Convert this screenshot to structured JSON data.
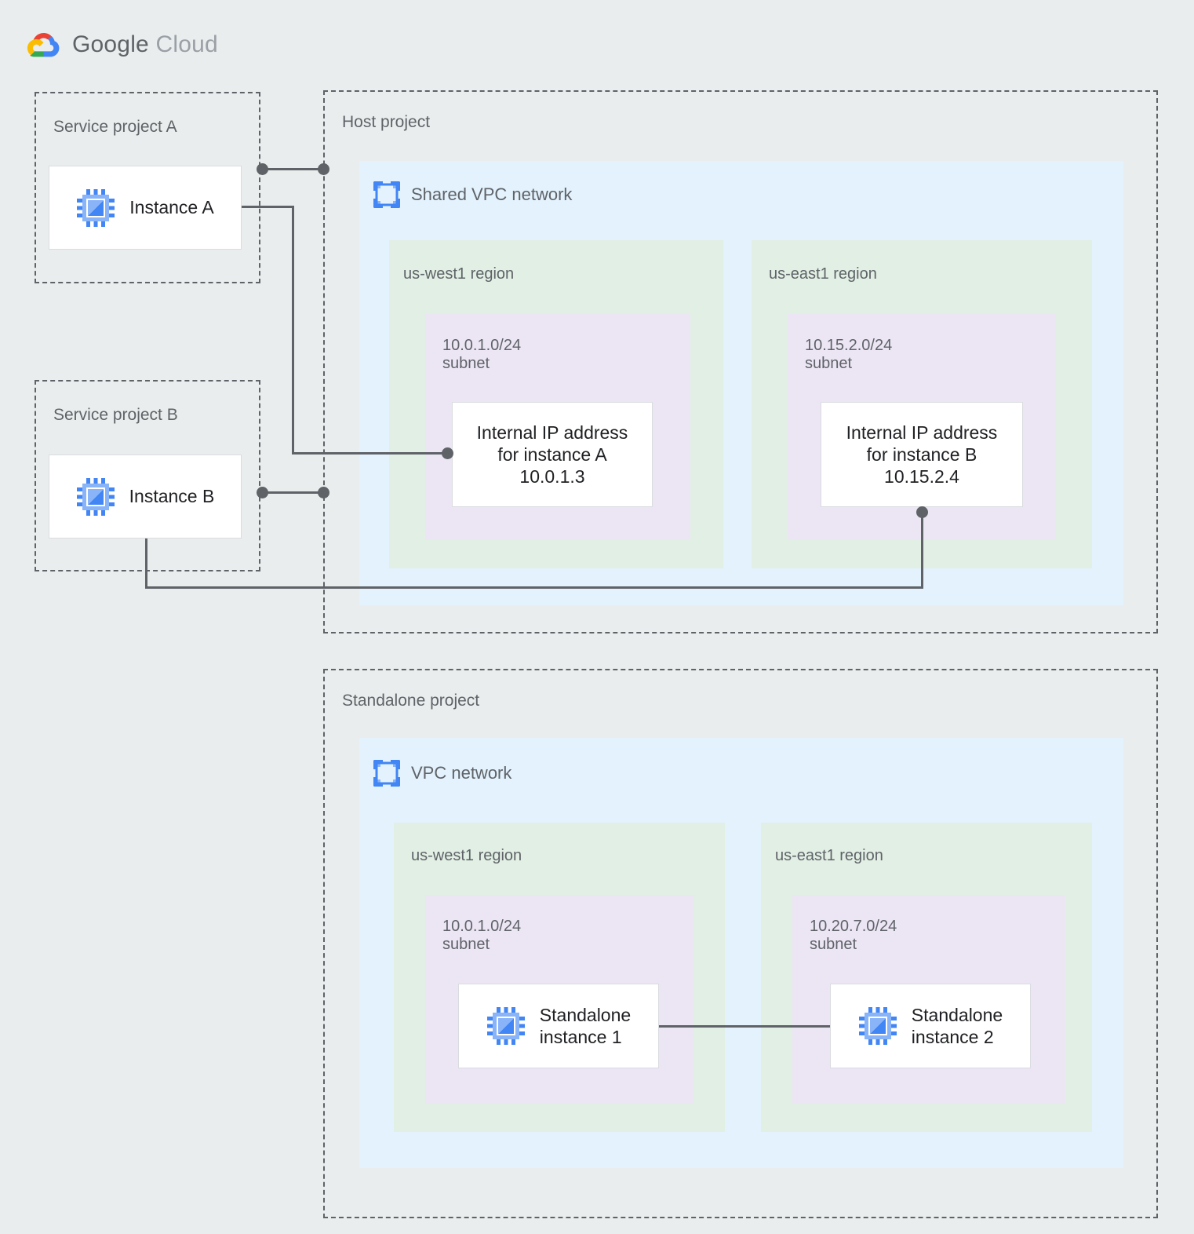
{
  "brand": {
    "name_bold": "Google",
    "name_light": "Cloud",
    "logo_icon": "google-cloud-logo",
    "colors": {
      "red": "#ea4335",
      "yellow": "#fbbc04",
      "green": "#34a853",
      "blue": "#4285f4",
      "text": "#5f6368"
    }
  },
  "palette": {
    "page_background": "#eaeded",
    "vpc_blue": "#e3f2fd",
    "region_green": "#e2efe4",
    "subnet_purple": "#ece5f4",
    "card_white": "#ffffff",
    "line_gray": "#5f6368",
    "label_gray": "#5f6368",
    "card_text": "#202124",
    "icon_blue": "#4285f4",
    "icon_blue_light": "#8ab4f8"
  },
  "projects": [
    {
      "id": "service-project-a",
      "label": "Service project A",
      "instance": {
        "name": "Instance A",
        "icon": "compute-instance-icon"
      }
    },
    {
      "id": "service-project-b",
      "label": "Service project B",
      "instance": {
        "name": "Instance B",
        "icon": "compute-instance-icon"
      }
    },
    {
      "id": "host-project",
      "label": "Host project",
      "network": {
        "label": "Shared VPC network",
        "icon": "vpc-network-icon",
        "regions": [
          {
            "label": "us-west1 region",
            "subnet": {
              "cidr": "10.0.1.0/24",
              "kind": "subnet",
              "text": "10.0.1.0/24\nsubnet"
            },
            "card": {
              "text": "Internal IP address\nfor instance A\n10.0.1.3",
              "ip": "10.0.1.3",
              "for_instance": "instance A"
            }
          },
          {
            "label": "us-east1 region",
            "subnet": {
              "cidr": "10.15.2.0/24",
              "kind": "subnet",
              "text": "10.15.2.0/24\nsubnet"
            },
            "card": {
              "text": "Internal IP address\nfor instance B\n10.15.2.4",
              "ip": "10.15.2.4",
              "for_instance": "instance B"
            }
          }
        ]
      }
    },
    {
      "id": "standalone-project",
      "label": "Standalone project",
      "network": {
        "label": "VPC network",
        "icon": "vpc-network-icon",
        "regions": [
          {
            "label": "us-west1 region",
            "subnet": {
              "cidr": "10.0.1.0/24",
              "kind": "subnet",
              "text": "10.0.1.0/24\nsubnet"
            },
            "card": {
              "text": "Standalone\ninstance 1",
              "icon": "compute-instance-icon"
            }
          },
          {
            "label": "us-east1 region",
            "subnet": {
              "cidr": "10.20.7.0/24",
              "kind": "subnet",
              "text": "10.20.7.0/24\nsubnet"
            },
            "card": {
              "text": "Standalone\ninstance 2",
              "icon": "compute-instance-icon"
            }
          }
        ]
      }
    }
  ],
  "connections": [
    {
      "id": "service-a-to-host",
      "from": "service-project-a-boundary",
      "to": "host-project-boundary"
    },
    {
      "id": "service-b-to-host",
      "from": "service-project-b-boundary",
      "to": "host-project-boundary"
    },
    {
      "id": "instance-a-to-internal-ip-a",
      "from": "Instance A",
      "to": "Internal IP address for instance A 10.0.1.3"
    },
    {
      "id": "instance-b-to-internal-ip-b",
      "from": "Instance B",
      "to": "Internal IP address for instance B 10.15.2.4"
    },
    {
      "id": "standalone-1-to-standalone-2",
      "from": "Standalone instance 1",
      "to": "Standalone instance 2"
    }
  ]
}
